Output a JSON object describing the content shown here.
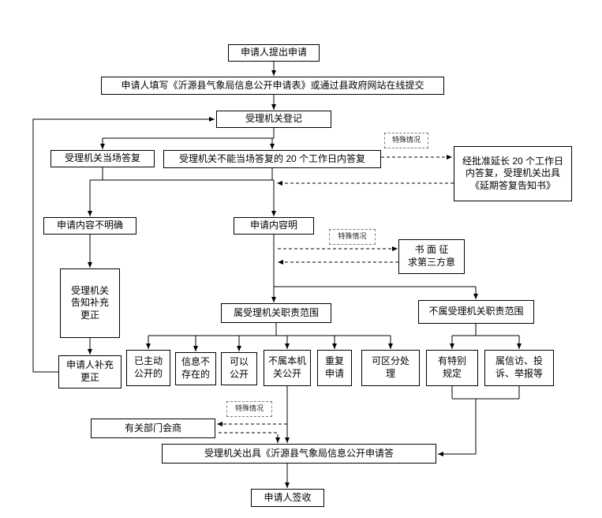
{
  "colors": {
    "ink": "#000000",
    "background": "#ffffff",
    "special_border": "#7a7a7a"
  },
  "nodes": {
    "apply": "申请人提出申请",
    "fill_form": "申请人填写《沂源县气象局信息公开申请表》或通过县政府网站在线提交",
    "register": "受理机关登记",
    "onspot_reply": "受理机关当场答复",
    "deferred_reply": "受理机关不能当场答复的 20 个工作日内答复",
    "special_case_1": "特殊情况",
    "extended_reply": "经批准延长 20 个工作日\n内答复，受理机关出具\n《延期答复告知书》",
    "content_unclear": "申请内容不明确",
    "content_clear": "申请内容明",
    "special_case_2": "特殊情况",
    "third_party": "书 面 征\n求第三方意",
    "notify_supplement": "受理机关\n告知补充\n更正",
    "within_scope": "属受理机关职责范围",
    "outside_scope": "不属受理机关职责范围",
    "applicant_supplement": "申请人补充\n更正",
    "already_public": "已主动\n公开的",
    "info_not_exist": "信息不\n存在的",
    "can_public": "可以\n公开",
    "not_this_org": "不属本机\n关公开",
    "repeat_apply": "重复\n申请",
    "divisible": "可区分处\n理",
    "special_rule": "有特别\n规定",
    "petition": "属信访、投\n诉、举报等",
    "special_case_3": "特殊情况",
    "consult": "有关部门会商",
    "issue_reply": "受理机关出具《沂源县气象局信息公开申请答",
    "sign": "申请人签收"
  }
}
